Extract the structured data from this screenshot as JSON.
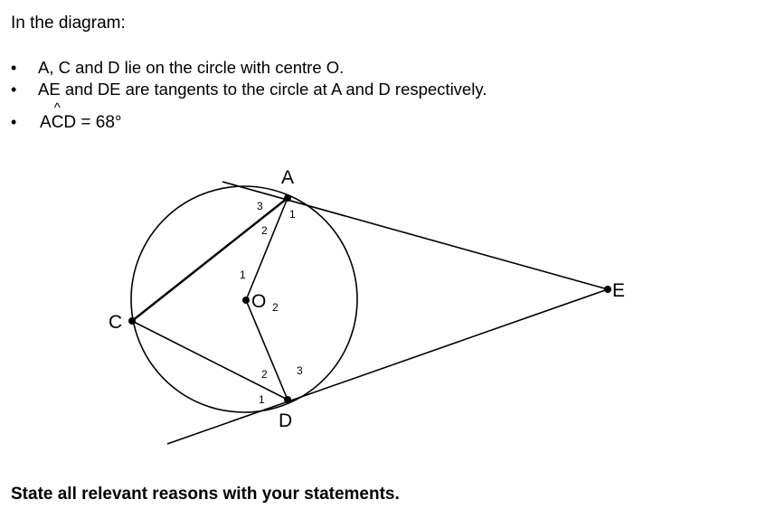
{
  "intro": "In the diagram:",
  "bullets": [
    "A, C and D lie on the circle with centre O.",
    "AE and DE are tangents to the circle at A and D respectively."
  ],
  "angle_statement": {
    "prefix": "A",
    "hat_letter": "C",
    "suffix": "D = 68°",
    "hat_symbol": "^"
  },
  "bullet_symbol": "•",
  "diagram": {
    "points": {
      "A": "A",
      "C": "C",
      "D": "D",
      "E": "E",
      "O": "O"
    },
    "angle_labels": {
      "A1": "1",
      "A2": "2",
      "A3": "3",
      "O1": "1",
      "O2": "2",
      "D1": "1",
      "D2": "2",
      "D3": "3"
    }
  },
  "footer": "State all relevant reasons with your statements."
}
